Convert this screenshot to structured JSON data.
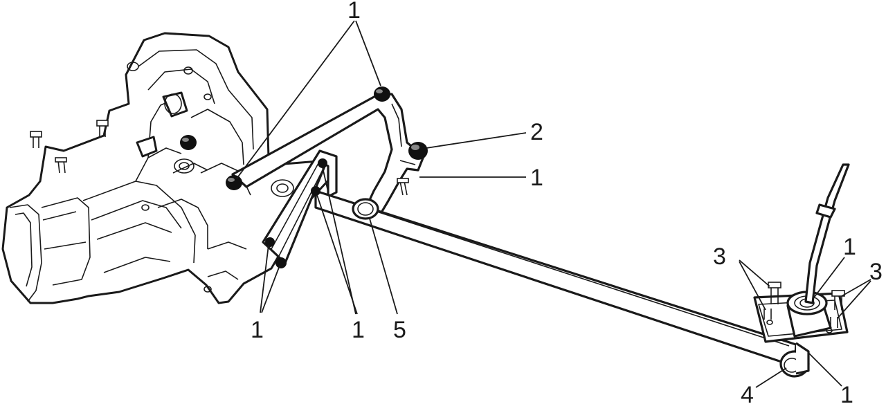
{
  "callouts": {
    "top_1": "1",
    "label_2": "2",
    "right_1": "1",
    "bl_1": "1",
    "bm_1": "1",
    "label_5": "5",
    "lever_1": "1",
    "left_3": "3",
    "right_3": "3",
    "label_4": "4",
    "br_1": "1"
  },
  "colors": {
    "line": "#1a1a1a",
    "background": "#ffffff"
  }
}
